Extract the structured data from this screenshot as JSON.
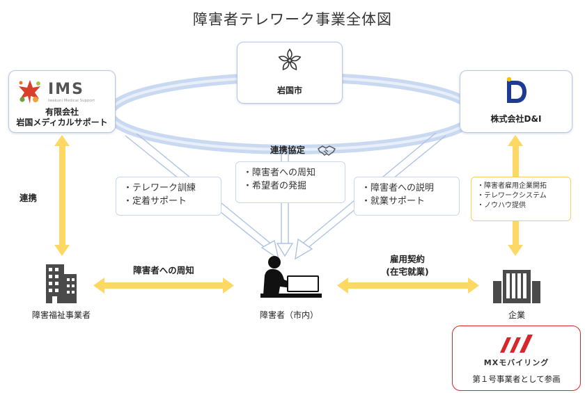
{
  "title": "障害者テレワーク事業全体図",
  "nodes": {
    "city": {
      "label": "岩国市",
      "icon": "city-emblem-icon"
    },
    "ims": {
      "logo_text": "IMS",
      "logo_sub": "Iwakuni Medical Support",
      "label_line1": "有限会社",
      "label_line2": "岩国メディカルサポート"
    },
    "dni": {
      "logo_text": "D",
      "label": "株式会社D&I"
    },
    "welfare": {
      "label": "障害福祉事業者",
      "icon": "building-icon"
    },
    "person": {
      "label": "障害者（市内）",
      "icon": "person-at-computer-icon"
    },
    "company": {
      "label": "企業",
      "icon": "office-building-icon"
    }
  },
  "agreement": {
    "label": "連携協定",
    "icon": "handshake-icon"
  },
  "notes": {
    "left": [
      "・テレワーク訓練",
      "・定着サポート"
    ],
    "center": [
      "・障害者への周知",
      "・希望者の発掘"
    ],
    "right": [
      "・障害者への説明",
      "・就業サポート"
    ],
    "dni": [
      "・障害者雇用企業開拓",
      "・テレワークシステム",
      "・ノウハウ提供"
    ]
  },
  "arrows": {
    "left_vertical": "連携",
    "left_horizontal": "障害者への周知",
    "right_horizontal_line1": "雇用契約",
    "right_horizontal_line2": "(在宅就業)"
  },
  "mx": {
    "logo_text": "MXモバイリング",
    "caption": "第１号事業者として参画"
  },
  "colors": {
    "arrow_yellow": "#fdd865",
    "ellipse_blue": "#c9d9f1",
    "box_border": "#b8c8e4",
    "mx_red": "#d8262d",
    "icon_dark": "#4a4a4a"
  }
}
